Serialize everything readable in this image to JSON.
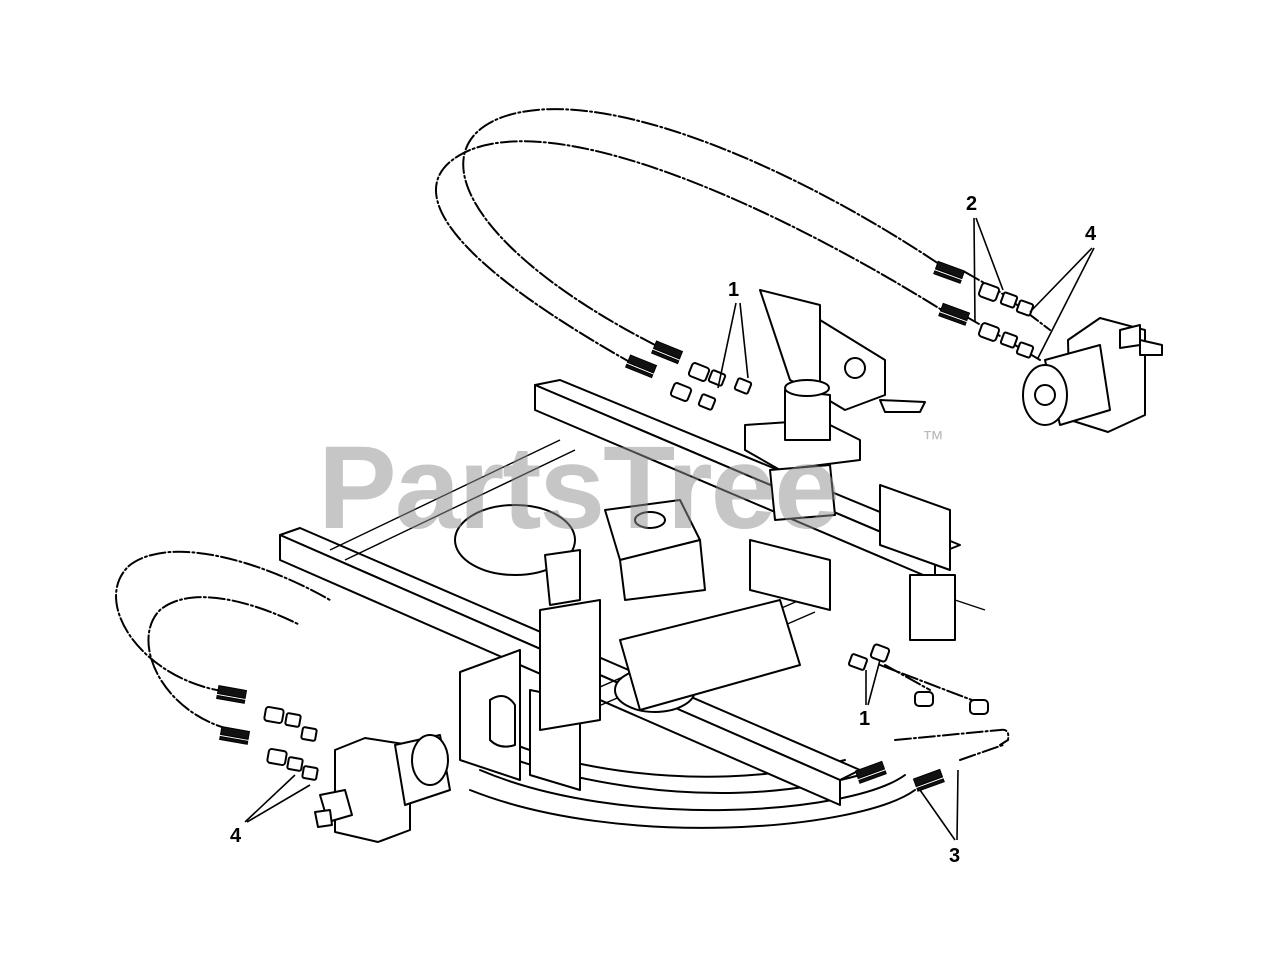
{
  "watermark": {
    "text": "PartsTree",
    "mark": "™"
  },
  "callouts": {
    "upper_fittings_1": "1",
    "upper_hoses_2": "2",
    "upper_motor_fittings_4": "4",
    "lower_fittings_1": "1",
    "lower_motor_fittings_4": "4",
    "lower_hoses_3": "3"
  },
  "components": {
    "upper_wheel_motor": "wheel-motor",
    "lower_wheel_motor": "wheel-motor",
    "hydro_pump": "pump",
    "hydraulic_hoses": "hose",
    "frame": "frame"
  }
}
